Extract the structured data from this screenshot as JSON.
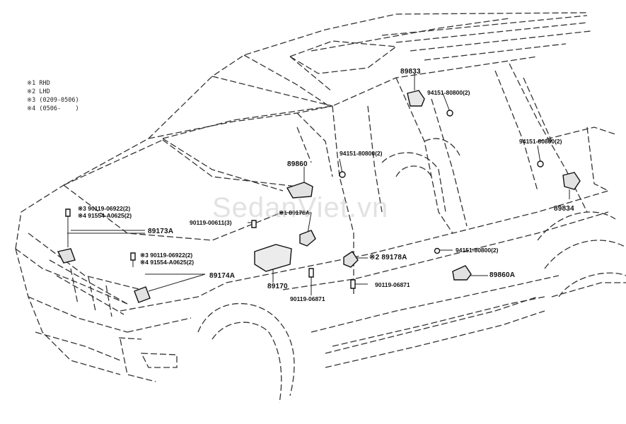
{
  "legend": [
    "※1 RHD",
    "※2 LHD",
    "※3 (0209-0506)",
    "※4 (0506-    )"
  ],
  "watermark": "SedanViet.vn",
  "labels": {
    "p89833": "89833",
    "p94151_top": "94151-80800(2)",
    "p94151_mid": "94151-80800(2)",
    "p94151_right": "94151-80800(2)",
    "p94151_low": "94151-80800(2)",
    "p89860": "89860",
    "p89834": "89834",
    "p89178a_1": "※1 89178A",
    "p90119_00611": "90119-00611(3)",
    "p89173a": "89173A",
    "p90119_06922_a": "※3 90119-06922(2)",
    "p91554_a": "※4 91554-A0625(2)",
    "p90119_06922_b": "※3 90119-06922(2)",
    "p91554_b": "※4 91554-A0625(2)",
    "p89174a": "89174A",
    "p89170": "89170",
    "p89178a_2": "※2 89178A",
    "p90119_06871_a": "90119-06871",
    "p90119_06871_b": "90119-06871",
    "p89860a": "89860A"
  }
}
